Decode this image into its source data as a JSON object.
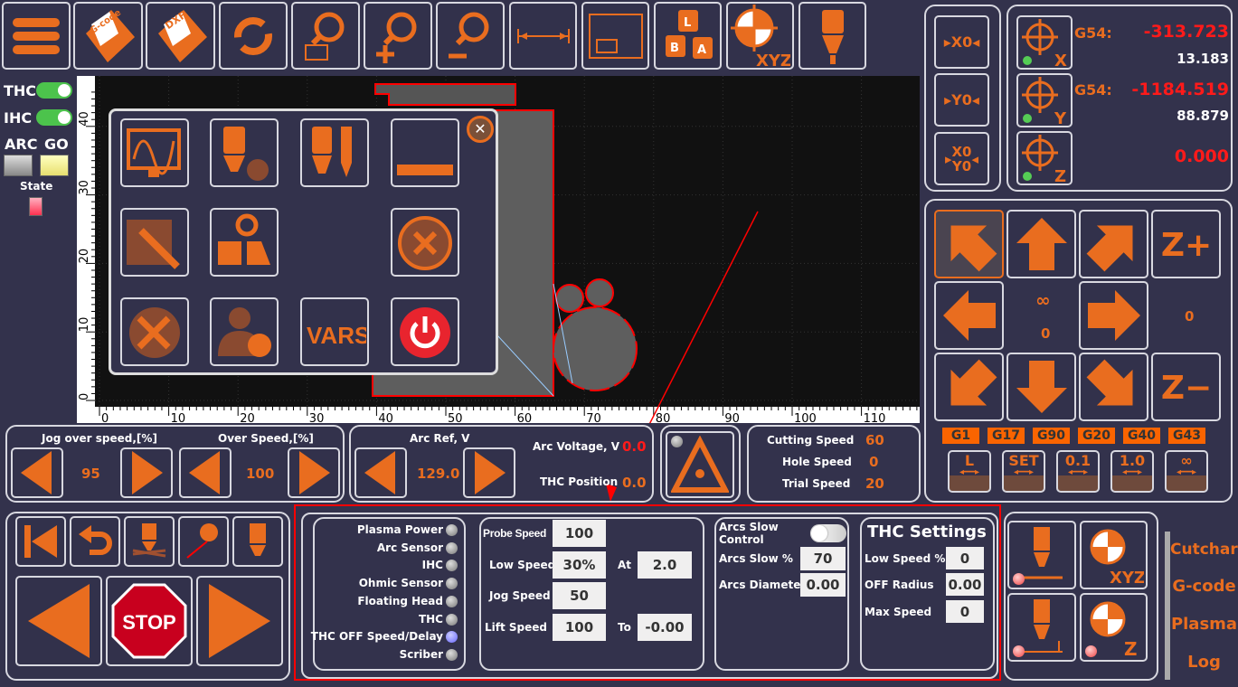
{
  "colors": {
    "accent": "#e96d1f",
    "bg": "#33324c",
    "value_red": "#ff1a1a",
    "gcode_bg": "#fa6400"
  },
  "toolbar": {
    "buttons": [
      "menu-icon",
      "gcode-file-icon",
      "dxf-file-icon",
      "refresh-icon",
      "zoom-window-icon",
      "zoom-in-icon",
      "zoom-out-icon",
      "measure-icon",
      "frame-icon",
      "keyboard-icon",
      "xyz-icon",
      "torch-icon"
    ],
    "gcode_label": "G-code",
    "dxf_label": "DXF",
    "kbd_keys": [
      "L",
      "B",
      "A"
    ],
    "xyz_label": "XYZ"
  },
  "status": {
    "thc": "THC",
    "ihc": "IHC",
    "arc": "ARC",
    "go": "GO",
    "state": "State"
  },
  "canvas": {
    "x_ticks": [
      "0",
      "10",
      "20",
      "30",
      "40",
      "50",
      "60",
      "70",
      "80",
      "90",
      "100",
      "110"
    ],
    "y_ticks": [
      "0",
      "10",
      "20",
      "30",
      "40"
    ]
  },
  "popup": {
    "vars_label": "VARS"
  },
  "jog_speed": {
    "label": "Jog over speed,[%]",
    "value": "95"
  },
  "over_speed": {
    "label": "Over Speed,[%]",
    "value": "100"
  },
  "arc": {
    "ref_label": "Arc Ref, V",
    "ref_value": "129.0",
    "voltage_label": "Arc Voltage, V",
    "voltage_value": "0.0",
    "thc_pos_label": "THC Position",
    "thc_pos_value": "0.0"
  },
  "speeds": {
    "cutting_label": "Cutting Speed",
    "cutting": "60",
    "hole_label": "Hole Speed",
    "hole": "0",
    "trial_label": "Trial Speed",
    "trial": "20"
  },
  "zero": {
    "x0": "X0",
    "y0": "Y0"
  },
  "dro": {
    "g54": "G54:",
    "x_machine": "-313.723",
    "x_work": "13.183",
    "y_machine": "-1184.519",
    "y_work": "88.879",
    "z": "0.000",
    "x": "X",
    "y": "Y",
    "z_lbl": "Z"
  },
  "jog": {
    "zplus": "Z+",
    "zminus": "Z−",
    "inf": "∞",
    "step_val": "0",
    "z_val": "0"
  },
  "gcodes": [
    "G1",
    "G17",
    "G90",
    "G20",
    "G40",
    "G43"
  ],
  "steps": [
    "L",
    "SET",
    "0.1",
    "1.0",
    "∞"
  ],
  "stop_label": "STOP",
  "indicators": [
    {
      "label": "Plasma Power",
      "on": false
    },
    {
      "label": "Arc Sensor",
      "on": false
    },
    {
      "label": "IHC",
      "on": false
    },
    {
      "label": "Ohmic Sensor",
      "on": false
    },
    {
      "label": "Floating Head",
      "on": false
    },
    {
      "label": "THC",
      "on": false
    },
    {
      "label": "THC OFF Speed/Delay",
      "on": true
    },
    {
      "label": "Scriber",
      "on": false
    }
  ],
  "probe": {
    "probe_speed_label": "Probe Speed",
    "probe_speed": "100",
    "low_speed_label": "Low Speed",
    "low_speed": "30%",
    "at_label": "At",
    "at": "2.0",
    "jog_speed_label": "Jog Speed",
    "jog_speed": "50",
    "lift_speed_label": "Lift Speed",
    "lift_speed": "100",
    "to_label": "To",
    "to": "-0.00"
  },
  "arcs": {
    "slow_control_label": "Arcs Slow Control",
    "slow_pct_label": "Arcs Slow %",
    "slow_pct": "70",
    "diameter_label": "Arcs Diameter",
    "diameter": "0.00"
  },
  "thc_settings": {
    "title": "THC Settings",
    "low_speed_label": "Low Speed %",
    "low_speed": "0",
    "off_radius_label": "OFF Radius",
    "off_radius": "0.00",
    "max_speed_label": "Max Speed",
    "max_speed": "0"
  },
  "tabs": [
    "Cutchart",
    "G-code",
    "Plasma",
    "Log"
  ]
}
